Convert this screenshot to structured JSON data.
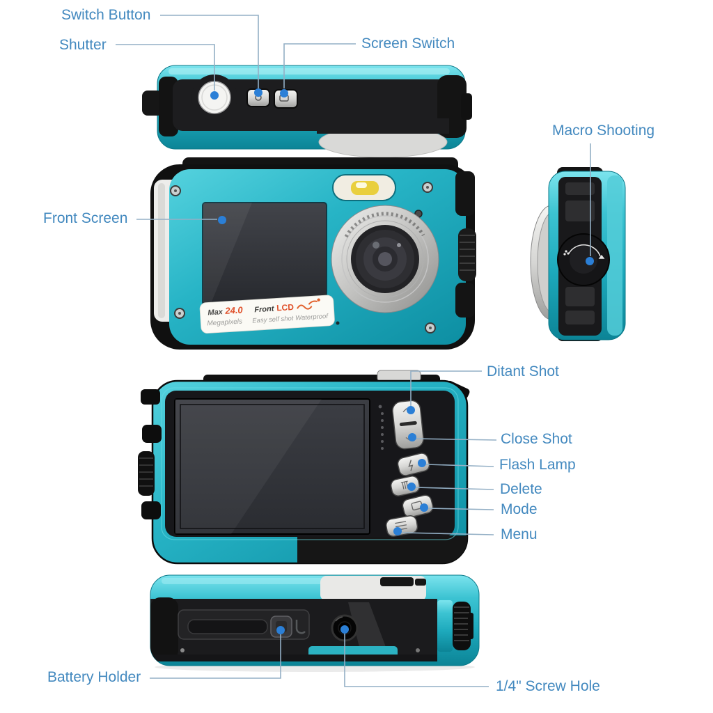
{
  "page": {
    "title": "Waterproof dual-screen digital camera parts diagram",
    "background": "#ffffff"
  },
  "colors": {
    "label_text": "#4389bf",
    "leader_line": "#93afc5",
    "leader_dot": "#2b7fd6",
    "camera_teal": "#28b6c8",
    "camera_teal_dark": "#0d8ea2",
    "camera_black": "#1a1a1c",
    "silver": "#d6d6d4",
    "sticker_accent": "#e0502a",
    "sticker_gray": "#9b9b99"
  },
  "callouts": {
    "switch_button": "Switch Button",
    "shutter": "Shutter",
    "screen_switch": "Screen Switch",
    "macro_shooting": "Macro Shooting",
    "front_screen": "Front Screen",
    "distant_shot": "Ditant Shot",
    "close_shot": "Close Shot",
    "flash_lamp": "Flash Lamp",
    "delete": "Delete",
    "mode": "Mode",
    "menu": "Menu",
    "battery_holder": "Battery Holder",
    "screw_hole": "1/4\" Screw Hole"
  },
  "sticker": {
    "max_label": "Max",
    "megapixel_value": "24.0",
    "megapixels_label": "Megapixels",
    "front_label": "Front",
    "lcd_label": "LCD",
    "easy_self_shot": "Easy self shot",
    "waterproof_label": "Waterproof",
    "icon": "swimmer-icon"
  }
}
